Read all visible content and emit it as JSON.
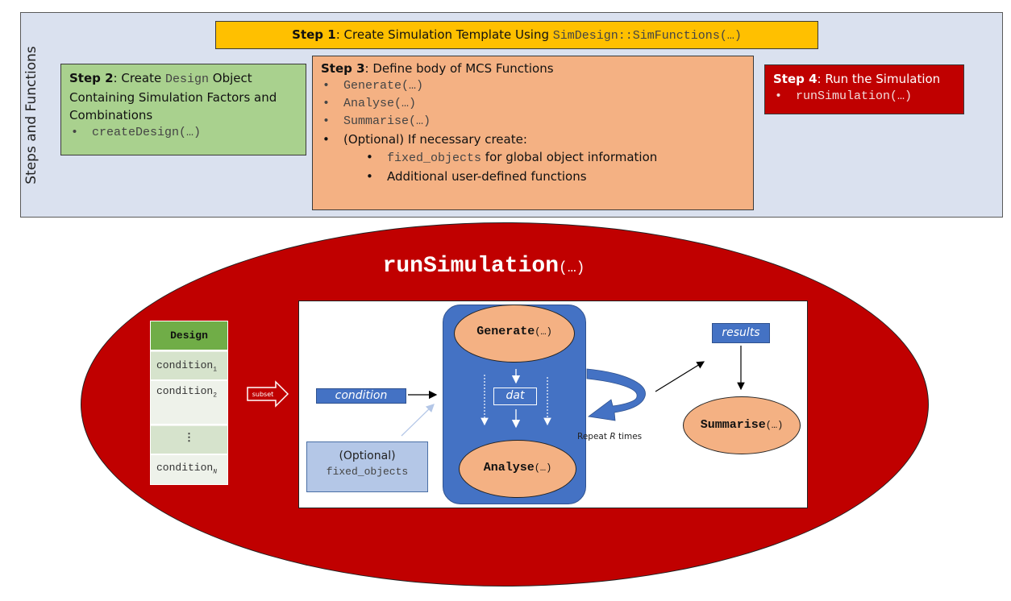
{
  "panel": {
    "side_label": "Steps and Functions"
  },
  "step1": {
    "label": "Step 1",
    "text": ": Create Simulation Template Using ",
    "code": "SimDesign::SimFunctions(…)"
  },
  "step2": {
    "label": "Step 2",
    "text_a": ": Create ",
    "code_a": "Design",
    "text_b": " Object Containing Simulation Factors and Combinations",
    "items": [
      "createDesign(…)"
    ]
  },
  "step3": {
    "label": "Step 3",
    "text": ": Define body of MCS Functions",
    "items": [
      "Generate(…)",
      "Analyse(…)",
      "Summarise(…)"
    ],
    "optional_label": "(Optional) If necessary create:",
    "sub_items": [
      {
        "code": "fixed_objects",
        "text": " for global object information"
      },
      {
        "code": "",
        "text": "Additional user-defined functions"
      }
    ]
  },
  "step4": {
    "label": "Step 4",
    "text": ": Run the Simulation",
    "items": [
      "runSimulation(…)"
    ]
  },
  "diagram": {
    "title": "runSimulation",
    "title_suffix": "(…)",
    "design_table": {
      "header": "Design",
      "rows": [
        {
          "base": "condition",
          "sub": "1"
        },
        {
          "base": "condition",
          "sub": "2"
        },
        {
          "base": "⋮",
          "sub": ""
        },
        {
          "base": "condition",
          "sub": "N"
        }
      ]
    },
    "subset_label": "subset",
    "condition_label": "condition",
    "fixed_label": "(Optional)",
    "fixed_code": "fixed_objects",
    "generate": "Generate",
    "analyse": "Analyse",
    "summarise": "Summarise",
    "ellipsis": "(…)",
    "dat_label": "dat",
    "repeat_prefix": "Repeat ",
    "repeat_var": "R",
    "repeat_suffix": " times",
    "results_label": "results"
  },
  "colors": {
    "panel_bg": "#dae1ef",
    "step1": "#ffc000",
    "step2": "#a9d18e",
    "step3": "#f4b183",
    "step4": "#c00000",
    "ellipse": "#c00000",
    "blue": "#4472c4",
    "light_blue": "#b4c7e7",
    "design_header": "#70ad47"
  }
}
